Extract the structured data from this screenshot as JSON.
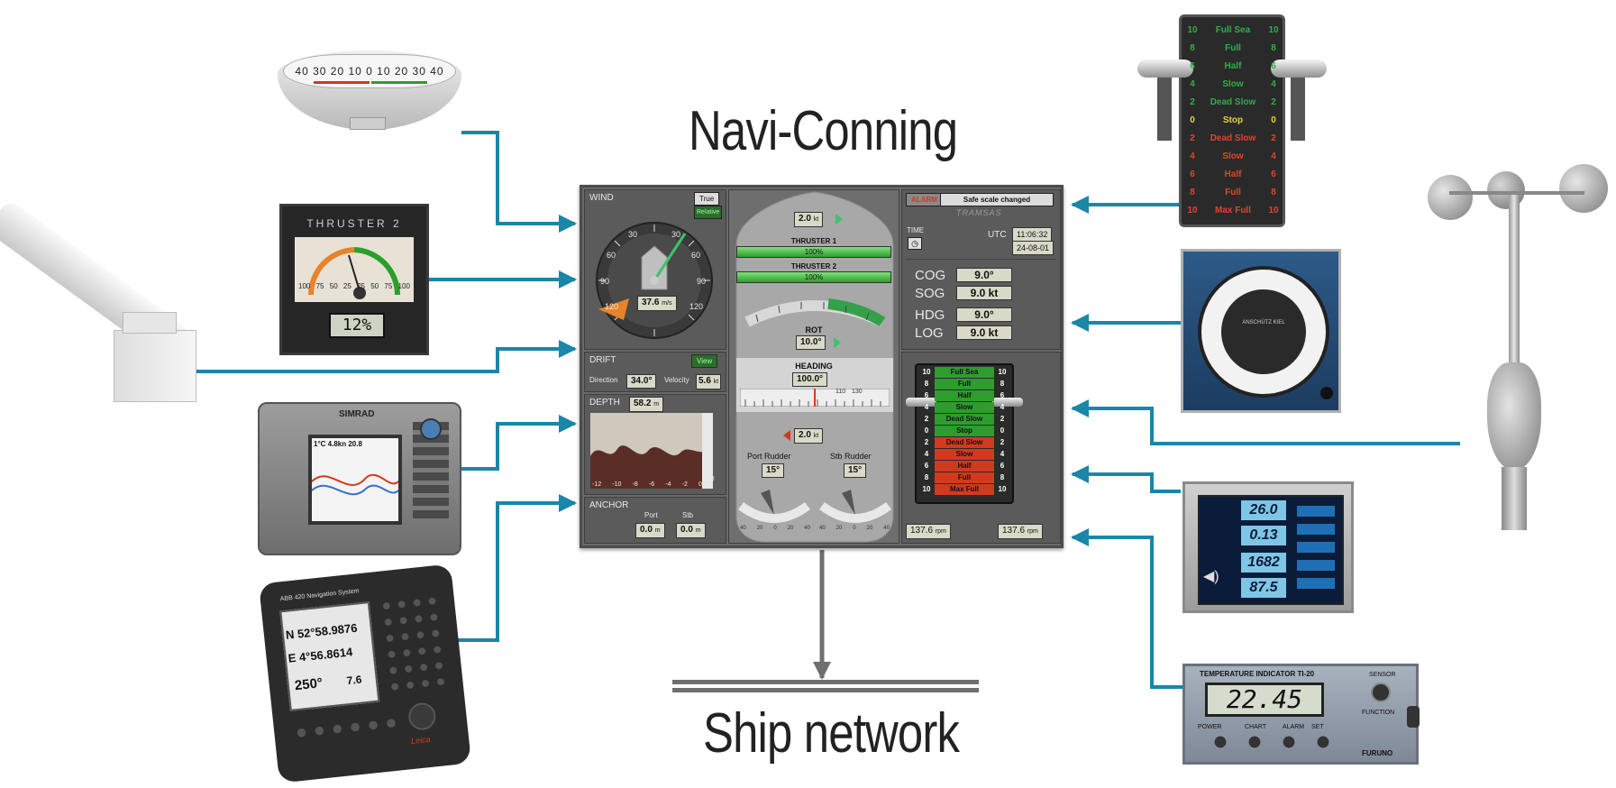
{
  "titles": {
    "top": "Navi-Conning",
    "bottom": "Ship network"
  },
  "colors": {
    "connector": "#1a86a8",
    "network": "#6f6f6f",
    "console_bg": "#6a6a6a",
    "green": "#2c9e2c",
    "red": "#d23a1f"
  },
  "console": {
    "wind": {
      "label": "WIND",
      "true_btn": "True",
      "relative_btn": "Relative",
      "speed": "37.6",
      "speed_unit": "m/s",
      "scale_left": [
        "30",
        "60",
        "90",
        "120"
      ],
      "scale_right": [
        "30",
        "60",
        "90",
        "120"
      ]
    },
    "drift": {
      "label": "DRIFT",
      "view_btn": "View",
      "direction_label": "Direction",
      "direction_value": "34.0°",
      "velocity_label": "Velocity",
      "velocity_value": "5.6",
      "velocity_unit": "kt"
    },
    "depth": {
      "label": "DEPTH",
      "value": "58.2",
      "unit": "m",
      "axis": [
        "-12",
        "-10",
        "-8",
        "-6",
        "-4",
        "-2",
        "0"
      ],
      "scale_max": "73.8"
    },
    "anchor": {
      "label": "ANCHOR",
      "port_label": "Port",
      "stb_label": "Stb",
      "port_value": "0.0",
      "stb_value": "0.0",
      "unit": "m"
    },
    "center": {
      "bow_speed": "2.0",
      "speed_unit": "kt",
      "thruster1_label": "THRUSTER 1",
      "thruster1_value": "100%",
      "thruster1_fraction": 1.0,
      "thruster2_label": "THRUSTER 2",
      "thruster2_value": "100%",
      "thruster2_fraction": 1.0,
      "rot_label": "ROT",
      "rot_value": "10.0°",
      "heading_label": "HEADING",
      "heading_value": "100.0°",
      "heading_ticks": [
        "110",
        "130"
      ],
      "stern_speed": "2.0",
      "port_rudder_label": "Port Rudder",
      "port_rudder_value": "15°",
      "stb_rudder_label": "Stb Rudder",
      "stb_rudder_value": "15°",
      "rudder_scale": [
        "40",
        "20",
        "0",
        "20",
        "40"
      ]
    },
    "right": {
      "alarm_btn": "ALARM",
      "alarm_msg": "Safe scale changed",
      "logo": "TRAMSAS",
      "time_label": "TIME",
      "utc_label": "UTC",
      "time_value": "11:06:32",
      "date_value": "24-08-01",
      "cog_label": "COG",
      "cog_value": "9.0°",
      "sog_label": "SOG",
      "sog_value": "9.0 kt",
      "hdg_label": "HDG",
      "hdg_value": "9.0°",
      "log_label": "LOG",
      "log_value": "9.0 kt",
      "rpm_port": "137.6",
      "rpm_stb": "137.6",
      "rpm_unit": "rpm"
    },
    "telegraph": [
      {
        "n": "10",
        "t": "Full Sea",
        "c": "#2c9e2c"
      },
      {
        "n": "8",
        "t": "Full",
        "c": "#2c9e2c"
      },
      {
        "n": "6",
        "t": "Half",
        "c": "#2c9e2c"
      },
      {
        "n": "4",
        "t": "Slow",
        "c": "#2c9e2c"
      },
      {
        "n": "2",
        "t": "Dead Slow",
        "c": "#2c9e2c"
      },
      {
        "n": "0",
        "t": "Stop",
        "c": "#2c9e2c"
      },
      {
        "n": "2",
        "t": "Dead Slow",
        "c": "#d23a1f"
      },
      {
        "n": "4",
        "t": "Slow",
        "c": "#d23a1f"
      },
      {
        "n": "6",
        "t": "Half",
        "c": "#d23a1f"
      },
      {
        "n": "8",
        "t": "Full",
        "c": "#d23a1f"
      },
      {
        "n": "10",
        "t": "Max Full",
        "c": "#d23a1f"
      }
    ]
  },
  "devices": {
    "rudder_indicator_scale": "40 30 20 10 0 10 20 30 40",
    "thruster_title": "THRUSTER 2",
    "thruster_scale": [
      "100",
      "75",
      "50",
      "25",
      "25",
      "50",
      "75",
      "100"
    ],
    "thruster_value": "12%",
    "sounder_brand": "SIMRAD",
    "sounder_readout": "1°C  4.8kn  20.8",
    "gps_title": "ABB 420 Navigation System",
    "gps_lat": "N  52°58.9876",
    "gps_lon": "E    4°56.8614",
    "gps_course": "250°",
    "gps_speed": "7.6",
    "gps_brand": "Leica",
    "telegraph_unit": [
      {
        "n": "10",
        "t": "Full Sea",
        "c": "#2fae4a"
      },
      {
        "n": "8",
        "t": "Full",
        "c": "#2fae4a"
      },
      {
        "n": "6",
        "t": "Half",
        "c": "#2fae4a"
      },
      {
        "n": "4",
        "t": "Slow",
        "c": "#2fae4a"
      },
      {
        "n": "2",
        "t": "Dead Slow",
        "c": "#2fae4a"
      },
      {
        "n": "0",
        "t": "Stop",
        "c": "#e8d23a"
      },
      {
        "n": "2",
        "t": "Dead Slow",
        "c": "#e0452a"
      },
      {
        "n": "4",
        "t": "Slow",
        "c": "#e0452a"
      },
      {
        "n": "6",
        "t": "Half",
        "c": "#e0452a"
      },
      {
        "n": "8",
        "t": "Full",
        "c": "#e0452a"
      },
      {
        "n": "10",
        "t": "Max Full",
        "c": "#e0452a"
      }
    ],
    "clock_label": "ANSCHÜTZ KIEL",
    "log_display": [
      "26.0",
      "0.13",
      "1682",
      "87.5"
    ],
    "temp_title": "TEMPERATURE INDICATOR TI-20",
    "temp_value": "22.45",
    "temp_brand": "FURUNO",
    "temp_labels": [
      "POWER",
      "CHART",
      "ALARM",
      "SET",
      "FUNCTION",
      "SENSOR"
    ]
  }
}
